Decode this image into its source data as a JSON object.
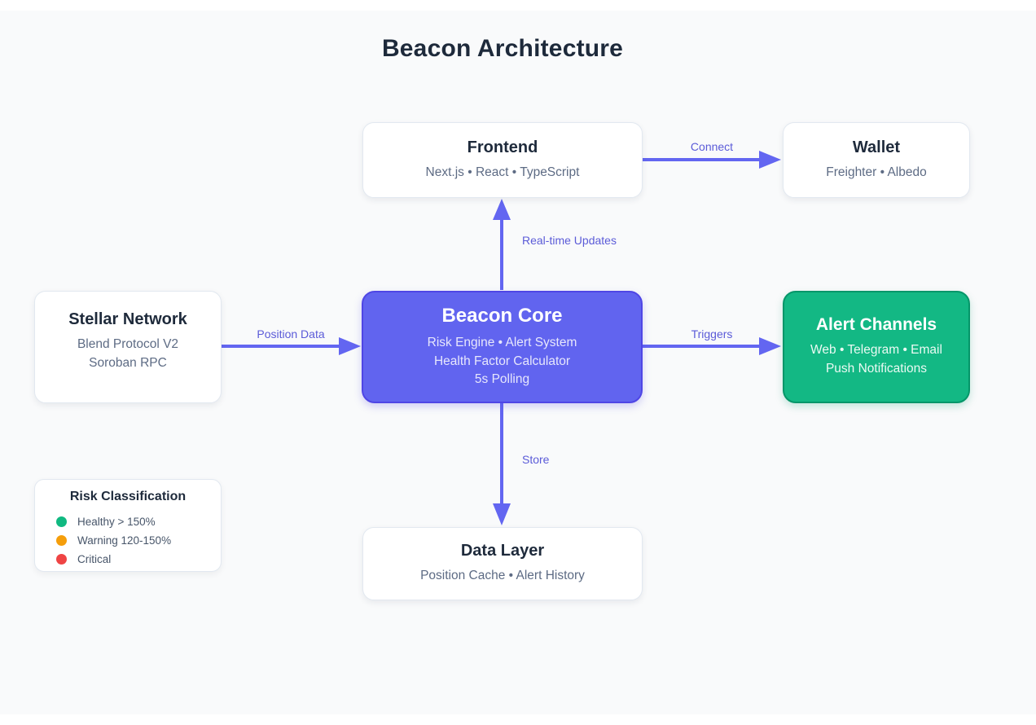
{
  "title": "Beacon Architecture",
  "colors": {
    "canvas_background": "#f9fafb",
    "page_background": "#ffffff",
    "accent_purple": "#6164ef",
    "accent_purple_border": "#4f46e5",
    "accent_green": "#13b884",
    "accent_green_border": "#059669",
    "arrow": "#6366f1",
    "edge_label_text": "#5b5bd8",
    "node_title_text": "#1e2a3b",
    "node_subtitle_text": "#5d6b84"
  },
  "nodes": {
    "frontend": {
      "title": "Frontend",
      "lines": [
        "Next.js • React • TypeScript"
      ]
    },
    "wallet": {
      "title": "Wallet",
      "lines": [
        "Freighter • Albedo"
      ]
    },
    "stellar": {
      "title": "Stellar Network",
      "lines": [
        "Blend Protocol V2",
        "Soroban RPC"
      ]
    },
    "core": {
      "title": "Beacon Core",
      "lines": [
        "Risk Engine • Alert System",
        "Health Factor Calculator",
        "5s Polling"
      ]
    },
    "alerts": {
      "title": "Alert Channels",
      "lines": [
        "Web • Telegram • Email",
        "Push Notifications"
      ]
    },
    "data_layer": {
      "title": "Data Layer",
      "lines": [
        "Position Cache • Alert History"
      ]
    }
  },
  "edges": {
    "connect": {
      "label": "Connect",
      "from": "Frontend",
      "to": "Wallet"
    },
    "realtime": {
      "label": "Real-time Updates",
      "from": "Beacon Core",
      "to": "Frontend"
    },
    "position_data": {
      "label": "Position Data",
      "from": "Stellar Network",
      "to": "Beacon Core"
    },
    "triggers": {
      "label": "Triggers",
      "from": "Beacon Core",
      "to": "Alert Channels"
    },
    "store": {
      "label": "Store",
      "from": "Beacon Core",
      "to": "Data Layer"
    }
  },
  "legend": {
    "title": "Risk Classification",
    "items": [
      {
        "label": "Healthy > 150%",
        "color": "#10b981"
      },
      {
        "label": "Warning 120-150%",
        "color": "#f59e0b"
      },
      {
        "label": "Critical",
        "color": "#ef4444"
      }
    ]
  }
}
